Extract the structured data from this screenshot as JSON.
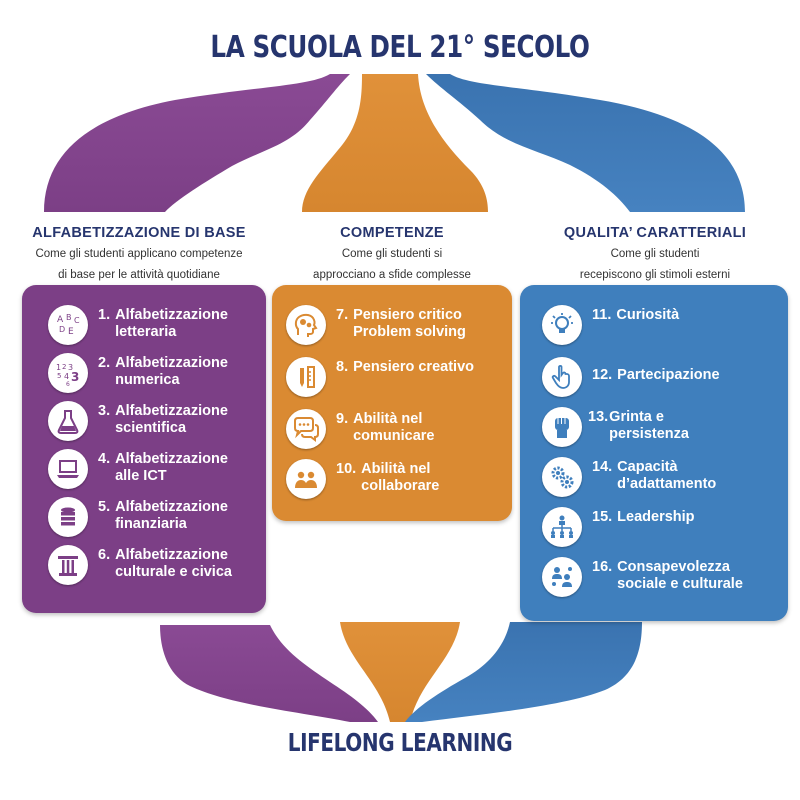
{
  "title": "LA SCUOLA DEL 21° SECOLO",
  "footer": "LIFELONG LEARNING",
  "colors": {
    "purple": "#7c3f86",
    "orange": "#da8a32",
    "blue": "#3f7fbd",
    "navy": "#26356e"
  },
  "columns": [
    {
      "heading": "ALFABETIZZAZIONE DI BASE",
      "subtitle": "Come gli studenti applicano competenze\ndi base per  le attività quotidiane",
      "items": [
        {
          "num": "1.",
          "text": "Alfabetizzazione\nletteraria",
          "icon": "abcde-letters-icon"
        },
        {
          "num": "2.",
          "text": "Alfabetizzazione\nnumerica",
          "icon": "numbers-icon"
        },
        {
          "num": "3.",
          "text": "Alfabetizzazione\nscientifica",
          "icon": "flask-icon"
        },
        {
          "num": "4.",
          "text": "Alfabetizzazione\nalle ICT",
          "icon": "laptop-icon"
        },
        {
          "num": "5.",
          "text": "Alfabetizzazione\nfinanziaria",
          "icon": "coins-icon"
        },
        {
          "num": "6.",
          "text": "Alfabetizzazione\nculturale e civica",
          "icon": "column-icon"
        }
      ]
    },
    {
      "heading": "COMPETENZE",
      "subtitle": "Come gli studenti si\napprocciano a sfide complesse",
      "items": [
        {
          "num": "7.",
          "text": "Pensiero critico\nProblem solving",
          "icon": "head-gears-icon"
        },
        {
          "num": "8.",
          "text": "Pensiero creativo",
          "icon": "pencil-ruler-icon"
        },
        {
          "num": "9.",
          "text": "Abilità nel\ncomunicare",
          "icon": "speech-bubbles-icon"
        },
        {
          "num": "10.",
          "text": "Abilità nel\ncollaborare",
          "icon": "people-group-icon"
        }
      ]
    },
    {
      "heading": "QUALITA’ CARATTERIALI",
      "subtitle": "Come gli studenti\nrecepiscono gli stimoli esterni",
      "items": [
        {
          "num": "11.",
          "text": "Curiosità",
          "icon": "lightbulb-icon"
        },
        {
          "num": "12.",
          "text": "Partecipazione",
          "icon": "hand-pointer-icon"
        },
        {
          "num": "13.",
          "text": "Grinta e\npersistenza",
          "icon": "fist-icon"
        },
        {
          "num": "14.",
          "text": "Capacità\nd’adattamento",
          "icon": "gears-icon"
        },
        {
          "num": "15.",
          "text": "Leadership",
          "icon": "org-chart-icon"
        },
        {
          "num": "16.",
          "text": "Consapevolezza\nsociale e culturale",
          "icon": "social-group-icon"
        }
      ]
    }
  ]
}
